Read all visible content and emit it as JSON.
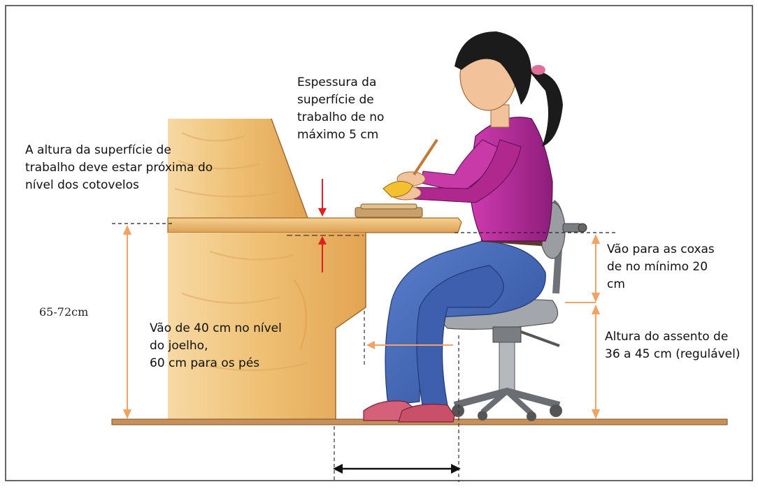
{
  "labels": {
    "work_surface_height": "A altura da superfície de\ntrabalho deve estar próxima do\nnível dos cotovelos",
    "surface_thickness": "Espessura da\nsuperfície de\ntrabalho de no\nmáximo 5 cm",
    "thigh_clearance": "Vão para as coxas\nde no mínimo 20\ncm",
    "knee_clearance": "Vão de 40 cm no nível\ndo joelho,\n60 cm para os pés",
    "seat_height": "Altura do assento de\n36 a 45 cm (regulável)",
    "desk_height_range": "65-72cm"
  },
  "colors": {
    "arrow": "#f4a261",
    "red_arrow": "#e02020",
    "wood": "#f0c27a",
    "wood_dark": "#d99a45",
    "floor": "#b07840",
    "shirt": "#b8269a",
    "jeans": "#3f63b5",
    "chair": "#8a8d92",
    "shoe": "#d05a72",
    "frame": "#333333"
  }
}
